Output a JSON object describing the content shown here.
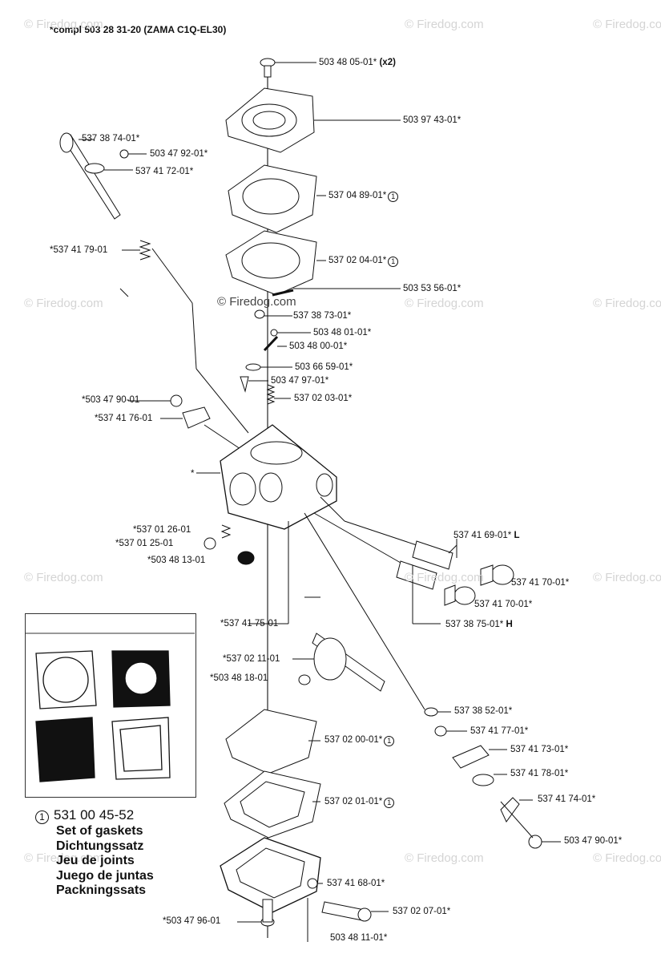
{
  "header": {
    "prefix": "*compl 503 28 31-20",
    "model": "(ZAMA C1Q-EL30)"
  },
  "watermark": "© Firedog.com",
  "copyright": "© Firedog.com",
  "parts": [
    {
      "id": "p1",
      "num": "503 48 05-01*",
      "extra": "(x2)"
    },
    {
      "id": "p2",
      "num": "503 97 43-01*"
    },
    {
      "id": "p3",
      "num": "537 38 74-01*"
    },
    {
      "id": "p4",
      "num": "503 47 92-01*"
    },
    {
      "id": "p5",
      "num": "537 41 72-01*"
    },
    {
      "id": "p6",
      "num": "537 04 89-01*",
      "circle": "1"
    },
    {
      "id": "p7",
      "num": "*537 41 79-01"
    },
    {
      "id": "p8",
      "num": "537 02 04-01*",
      "circle": "1"
    },
    {
      "id": "p9",
      "num": "503 53 56-01*"
    },
    {
      "id": "p10",
      "num": "537 38 73-01*"
    },
    {
      "id": "p11",
      "num": "503 48 01-01*"
    },
    {
      "id": "p12",
      "num": "503 48 00-01*"
    },
    {
      "id": "p13",
      "num": "503 66 59-01*"
    },
    {
      "id": "p14",
      "num": "503 47 97-01*"
    },
    {
      "id": "p15",
      "num": "*503 47 90-01"
    },
    {
      "id": "p16",
      "num": "537 02 03-01*"
    },
    {
      "id": "p17",
      "num": "*537 41 76-01"
    },
    {
      "id": "p18",
      "num": "*"
    },
    {
      "id": "p19",
      "num": "537 41 69-01*",
      "extra": "L"
    },
    {
      "id": "p20",
      "num": "*537 01 26-01"
    },
    {
      "id": "p21",
      "num": "*537 01 25-01"
    },
    {
      "id": "p22",
      "num": "537 41 70-01*"
    },
    {
      "id": "p23",
      "num": "*503 48 13-01"
    },
    {
      "id": "p24",
      "num": "537 41 70-01*"
    },
    {
      "id": "p25",
      "num": "*537 41 75-01"
    },
    {
      "id": "p26",
      "num": "537 38 75-01*",
      "extra": "H"
    },
    {
      "id": "p27",
      "num": "*537 02 11-01"
    },
    {
      "id": "p28",
      "num": "*503 48 18-01"
    },
    {
      "id": "p29",
      "num": "537 38 52-01*"
    },
    {
      "id": "p30",
      "num": "537 41 77-01*"
    },
    {
      "id": "p31",
      "num": "537 02 00-01*",
      "circle": "1"
    },
    {
      "id": "p32",
      "num": "537 41 73-01*"
    },
    {
      "id": "p33",
      "num": "537 41 78-01*"
    },
    {
      "id": "p34",
      "num": "537 02 01-01*",
      "circle": "1"
    },
    {
      "id": "p35",
      "num": "537 41 74-01*"
    },
    {
      "id": "p36",
      "num": "503 47 90-01*"
    },
    {
      "id": "p37",
      "num": "537 41 68-01*"
    },
    {
      "id": "p38",
      "num": "537 02 07-01*"
    },
    {
      "id": "p39",
      "num": "*503 47 96-01"
    },
    {
      "id": "p40",
      "num": "503 48 11-01*"
    }
  ],
  "kit": {
    "circle": "1",
    "number": "531 00 45-52",
    "lines": [
      "Set of gaskets",
      "Dichtungssatz",
      "Jeu de joints",
      "Juego de juntas",
      "Packningssats"
    ]
  }
}
